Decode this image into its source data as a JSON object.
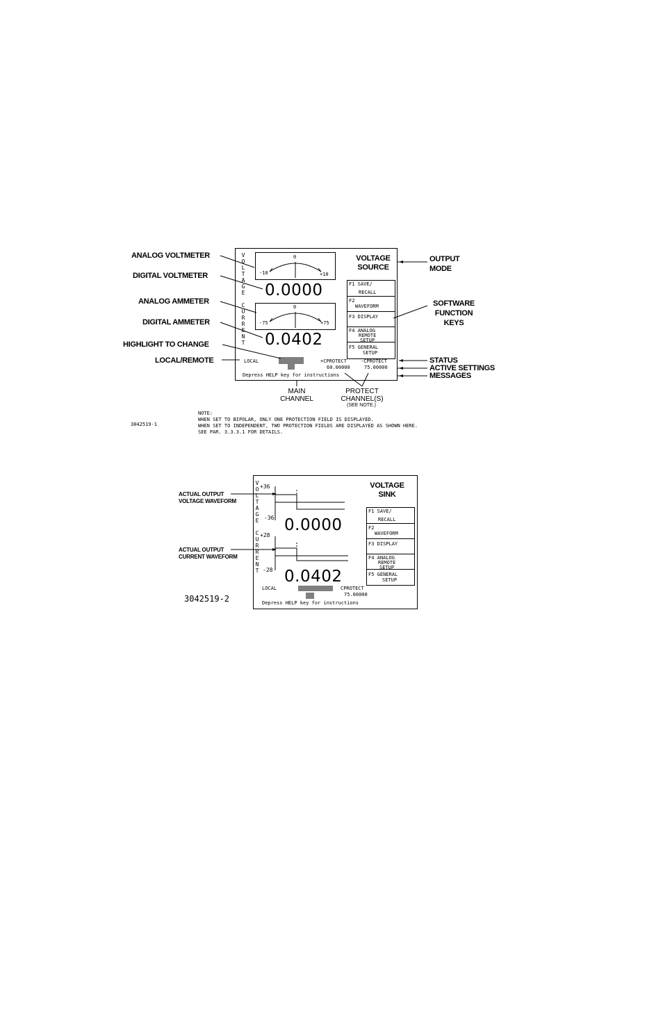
{
  "figure1": {
    "labels": {
      "analog_voltmeter": "ANALOG VOLTMETER",
      "digital_voltmeter": "DIGITAL VOLTMETER",
      "analog_ammeter": "ANALOG AMMETER",
      "digital_ammeter": "DIGITAL AMMETER",
      "highlight_to_change": "HIGHLIGHT TO CHANGE",
      "local_remote": "LOCAL/REMOTE",
      "output_mode": "OUTPUT MODE",
      "software_function_keys": "SOFTWARE FUNCTION KEYS",
      "status": "STATUS",
      "active_settings": "ACTIVE SETTINGS",
      "messages": "MESSAGES",
      "main_channel": "MAIN CHANNEL",
      "protect_channels": "PROTECT CHANNEL(S)",
      "see_note": "(SEE NOTE.)"
    },
    "screen": {
      "voltage_axis": "VOLTAGE",
      "current_axis": "CURRENT",
      "voltmeter": {
        "min": "-10",
        "mid": "0",
        "max": "+10"
      },
      "ammeter": {
        "min": "-75",
        "mid": "0",
        "max": "+75"
      },
      "voltage_reading": "0.0000",
      "current_reading": "0.0402",
      "mode_line1": "VOLTAGE",
      "mode_line2": "SOURCE",
      "fkeys": [
        {
          "line1": "F1  SAVE/",
          "line2": "RECALL",
          "line3": ""
        },
        {
          "line1": "F2",
          "line2": "WAVEFORM",
          "line3": ""
        },
        {
          "line1": "F3 DISPLAY",
          "line2": "",
          "line3": ""
        },
        {
          "line1": "F4 ANALOG",
          "line2": "REMOTE",
          "line3": "SETUP"
        },
        {
          "line1": "F5 GENERAL",
          "line2": "SETUP",
          "line3": ""
        }
      ],
      "status": "LOCAL",
      "plus_cprotect_label": "+CPROTECT",
      "plus_cprotect_value": "60.00000",
      "minus_cprotect_label": "-CPROTECT",
      "minus_cprotect_value": "75.00000",
      "message": "Depress HELP key for instructions"
    },
    "note": {
      "heading": "NOTE:",
      "line1": "WHEN SET TO BIPOLAR, ONLY ONE PROTECTION FIELD IS DISPLAYED.",
      "line2": "WHEN SET TO INDEPENDENT, TWO PROTECTION FIELDS ARE DISPLAYED AS SHOWN HERE.",
      "line3": "SEE PAR. 3.3.3.1 FOR DETAILS."
    },
    "figure_id": "3042519-1"
  },
  "figure2": {
    "labels": {
      "voltage_waveform_1": "ACTUAL OUTPUT",
      "voltage_waveform_2": "VOLTAGE WAVEFORM",
      "current_waveform_1": "ACTUAL OUTPUT",
      "current_waveform_2": "CURRENT WAVEFORM"
    },
    "screen": {
      "voltage_axis": "VOLTAGE",
      "current_axis": "CURRENT",
      "voltage_max": "+36",
      "voltage_min": "-36",
      "current_max": "+28",
      "current_min": "-28",
      "voltage_reading": "0.0000",
      "current_reading": "0.0402",
      "mode_line1": "VOLTAGE",
      "mode_line2": "SINK",
      "fkeys": [
        {
          "line1": "F1   SAVE/",
          "line2": "RECALL",
          "line3": ""
        },
        {
          "line1": "F2",
          "line2": "WAVEFORM",
          "line3": ""
        },
        {
          "line1": "F3 DISPLAY",
          "line2": "",
          "line3": ""
        },
        {
          "line1": "F4 ANALOG",
          "line2": "REMOTE",
          "line3": "SETUP"
        },
        {
          "line1": "F5 GENERAL",
          "line2": "SETUP",
          "line3": ""
        }
      ],
      "status": "LOCAL",
      "cprotect_label": "CPROTECT",
      "cprotect_value": "75.00000",
      "message": "Depress HELP key for instructions"
    },
    "figure_id": "3042519-2"
  }
}
